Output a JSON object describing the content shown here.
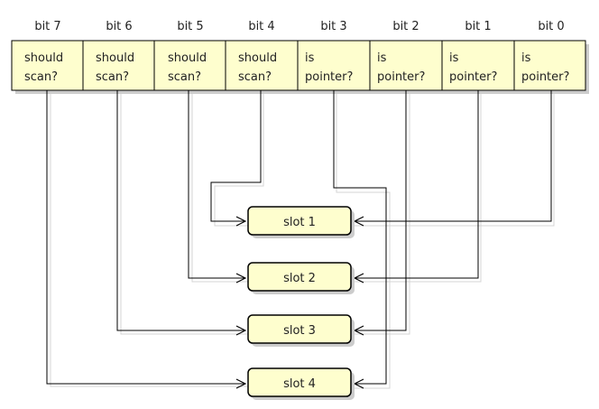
{
  "bits": [
    {
      "label": "bit 7",
      "line1": "should",
      "line2": "scan?"
    },
    {
      "label": "bit 6",
      "line1": "should",
      "line2": "scan?"
    },
    {
      "label": "bit 5",
      "line1": "should",
      "line2": "scan?"
    },
    {
      "label": "bit 4",
      "line1": "should",
      "line2": "scan?"
    },
    {
      "label": "bit 3",
      "line1": "is",
      "line2": "pointer?"
    },
    {
      "label": "bit 2",
      "line1": "is",
      "line2": "pointer?"
    },
    {
      "label": "bit 1",
      "line1": "is",
      "line2": "pointer?"
    },
    {
      "label": "bit 0",
      "line1": "is",
      "line2": "pointer?"
    }
  ],
  "slots": [
    {
      "label": "slot 1"
    },
    {
      "label": "slot 2"
    },
    {
      "label": "slot 3"
    },
    {
      "label": "slot 4"
    }
  ],
  "colors": {
    "cell_fill": "#FEFECE",
    "cell_border": "#000000",
    "shadow": "#CCCCCC",
    "line": "#000000"
  }
}
